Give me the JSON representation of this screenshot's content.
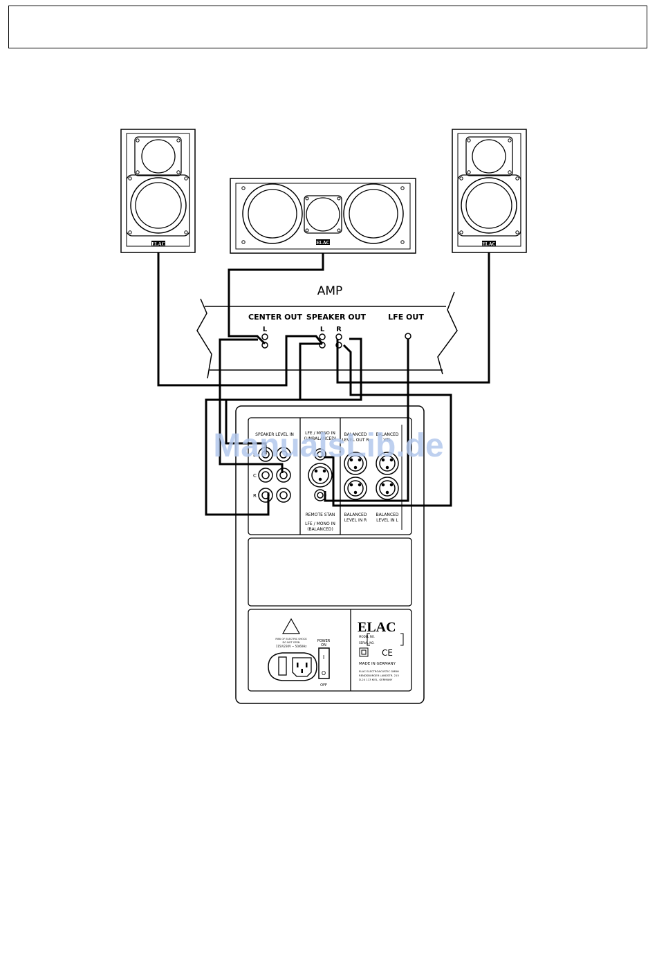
{
  "amp": {
    "title": "AMP",
    "center_out": "CENTER OUT",
    "speaker_out": "SPEAKER OUT",
    "lfe_out": "LFE OUT",
    "left": "L",
    "right": "R"
  },
  "speakers": {
    "brand": "ELAC"
  },
  "panel": {
    "speaker_level_in": "SPEAKER LEVEL IN",
    "ch_l": "L",
    "ch_c": "C",
    "ch_r": "R",
    "lfe_mono_in": "LFE / MONO IN",
    "unbalanced": "(UNBALANCED)",
    "remote_stan": "REMOTE STAN",
    "lfe_mono_in_balanced_1": "LFE / MONO IN",
    "lfe_mono_in_balanced_2": "(BALANCED)",
    "balanced_out_1": "BALANCED",
    "balanced_out_2": "LEVEL OUT R",
    "balanced_vel_1": "BALANCED",
    "balanced_vel_2": "VEL",
    "balanced_in_r_1": "BALANCED",
    "balanced_in_r_2": "LEVEL IN R",
    "balanced_in_l_1": "BALANCED",
    "balanced_in_l_2": "LEVEL IN L",
    "power_on_1": "POWER",
    "power_on_2": "ON",
    "power_off": "OFF",
    "switch_i": "I",
    "switch_o": "O",
    "brand": "ELAC",
    "model_no": "MODEL NO.",
    "serial_no": "SERIAL NO.",
    "ce": "CE",
    "made_in": "MADE IN GERMANY",
    "address_1": "ELAC ELECTROACUSTIC GMBH",
    "address_2": "RENDSBURGER LANDSTR. 215",
    "address_3": "D-24 113 KIEL, GERMANY",
    "voltage": "115V/230V ~ 50/60Hz",
    "warning_1": "RISK OF ELECTRIC SHOCK",
    "warning_2": "DO NOT OPEN"
  },
  "watermark": "ManualsLib.de",
  "colors": {
    "watermark": "#b3c8ec",
    "line": "#000000"
  }
}
